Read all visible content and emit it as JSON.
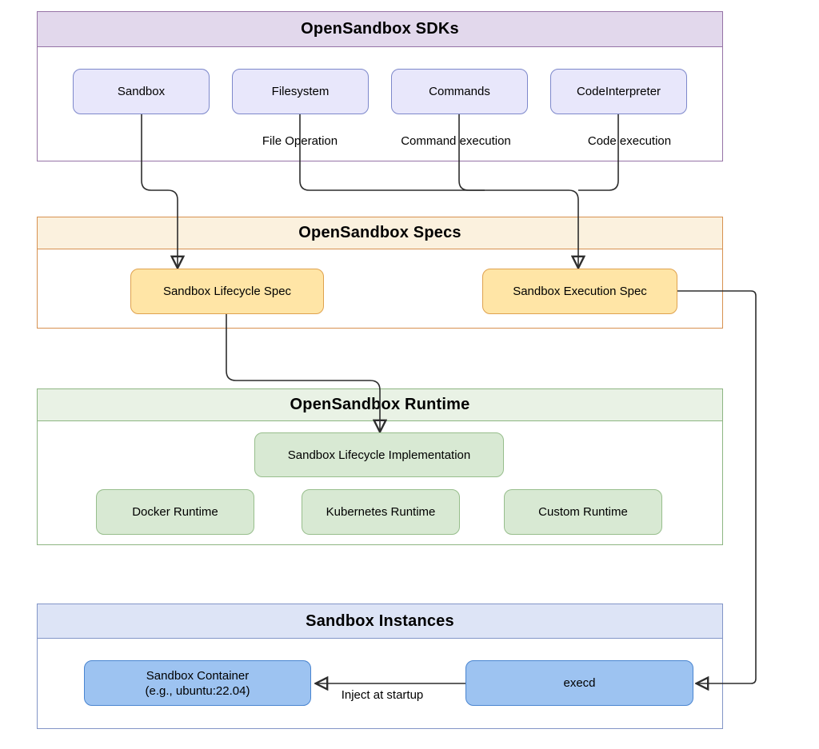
{
  "diagram": {
    "sdks": {
      "title": "OpenSandbox SDKs",
      "boxes": [
        {
          "label": "Sandbox"
        },
        {
          "label": "Filesystem"
        },
        {
          "label": "Commands"
        },
        {
          "label": "CodeInterpreter"
        }
      ],
      "annotations": [
        {
          "label": "File Operation"
        },
        {
          "label": "Command execution"
        },
        {
          "label": "Code execution"
        }
      ],
      "colors": {
        "border": "#9673A6",
        "header_fill": "#E2D8EC",
        "box_fill": "#E8E7FB",
        "box_border": "#7D88CB"
      }
    },
    "specs": {
      "title": "OpenSandbox Specs",
      "boxes": [
        {
          "label": "Sandbox Lifecycle Spec"
        },
        {
          "label": "Sandbox Execution Spec"
        }
      ],
      "colors": {
        "border": "#D79150",
        "header_fill": "#FBF1DE",
        "box_fill": "#FFE5A6",
        "box_border": "#DFA24E"
      }
    },
    "runtime": {
      "title": "OpenSandbox Runtime",
      "implementation": {
        "label": "Sandbox Lifecycle Implementation"
      },
      "boxes": [
        {
          "label": "Docker Runtime"
        },
        {
          "label": "Kubernetes Runtime"
        },
        {
          "label": "Custom Runtime"
        }
      ],
      "colors": {
        "border": "#8DB582",
        "header_fill": "#E9F2E5",
        "box_fill": "#D8E9D3",
        "box_border": "#97BE8C"
      }
    },
    "instances": {
      "title": "Sandbox Instances",
      "container": {
        "line1": "Sandbox Container",
        "line2": "(e.g., ubuntu:22.04)"
      },
      "execd": {
        "label": "execd"
      },
      "edge_label": "Inject at startup",
      "colors": {
        "border": "#8295C7",
        "header_fill": "#DDE4F6",
        "box_fill": "#9DC3F1",
        "box_border": "#4A85D0"
      }
    },
    "edge_color": "#2d2d2d"
  }
}
